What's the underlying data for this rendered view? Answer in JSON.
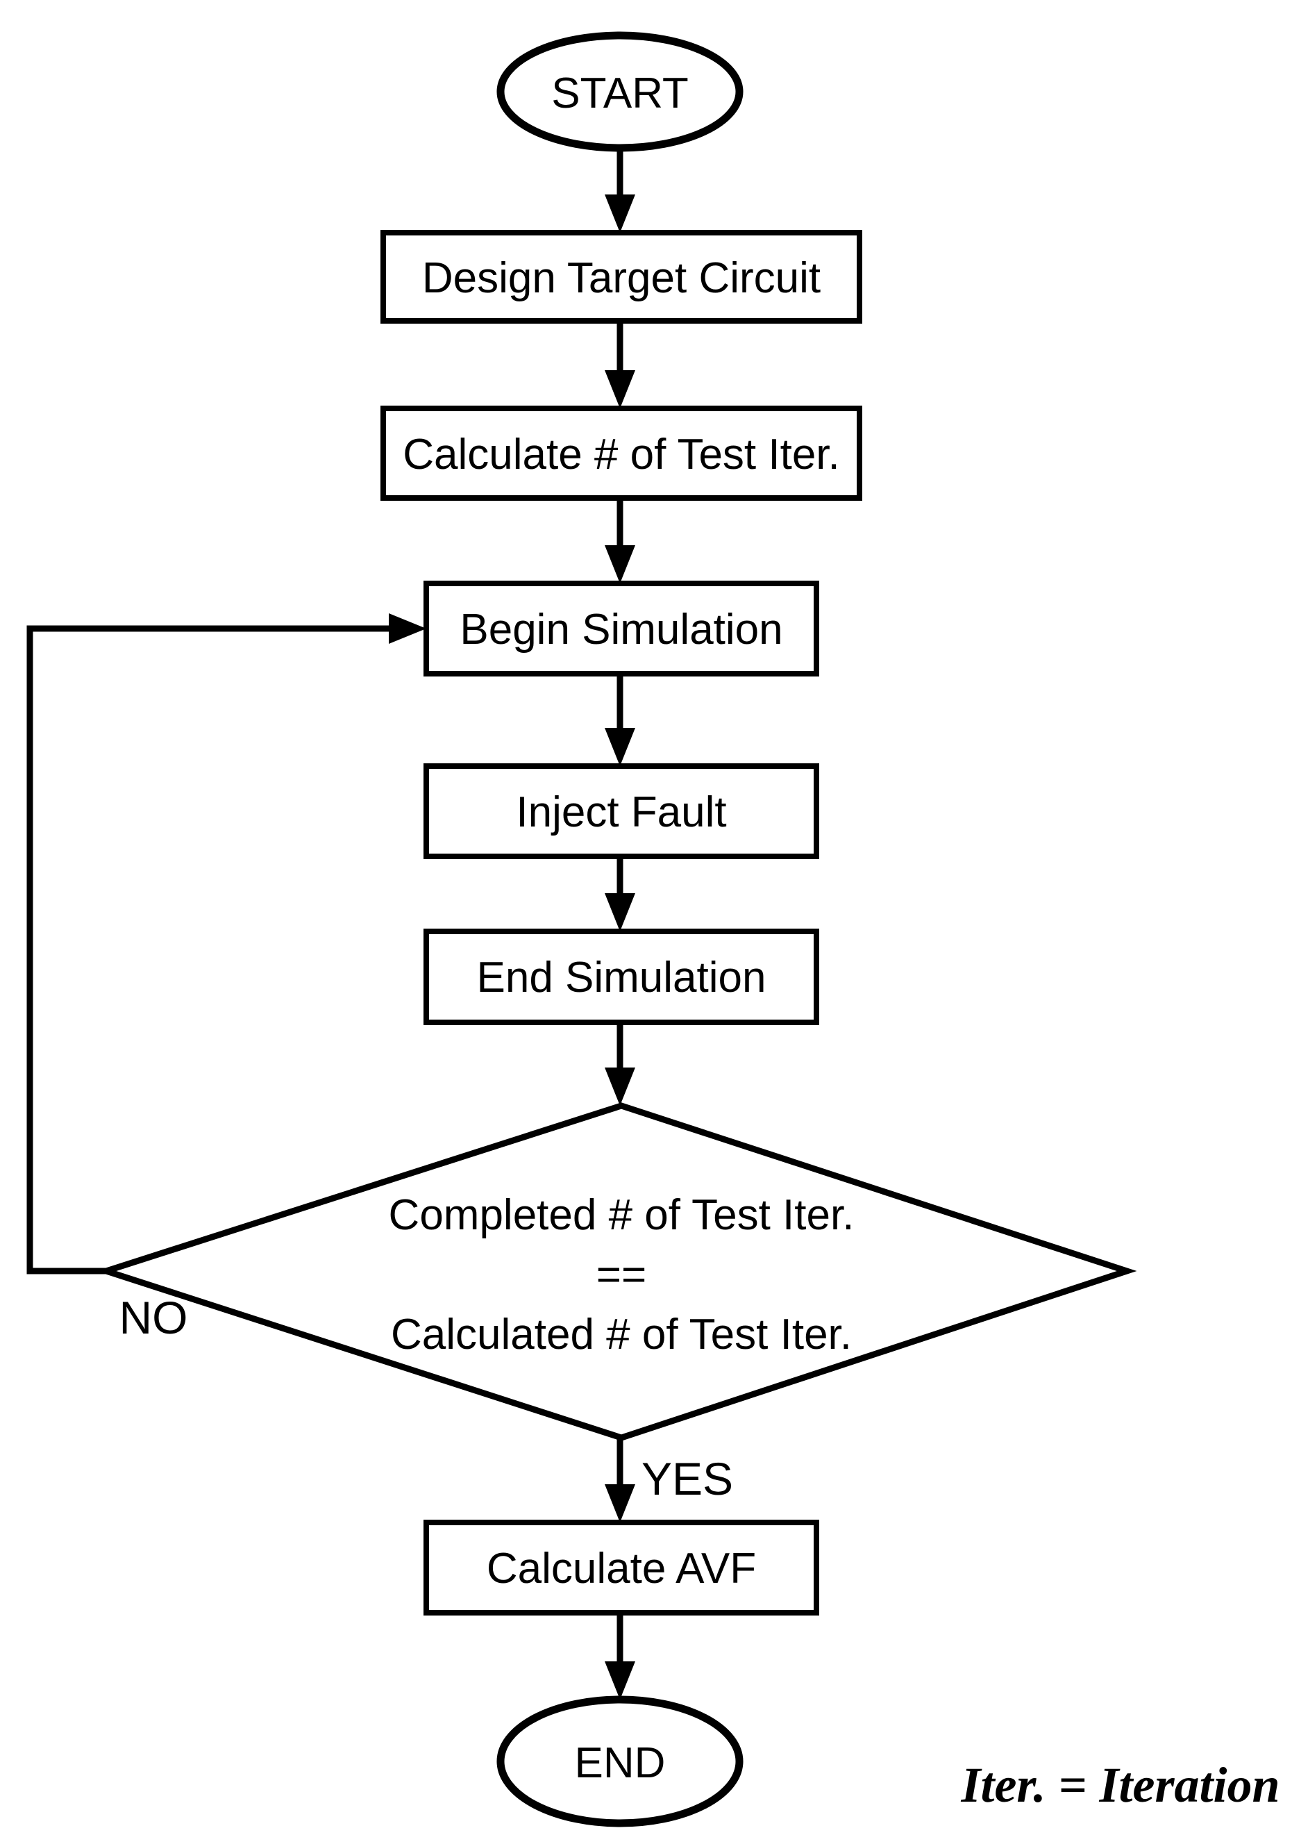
{
  "diagram": {
    "type": "flowchart",
    "background_color": "#ffffff",
    "stroke_color": "#000000",
    "text_color": "#000000",
    "nodes": [
      {
        "id": "start",
        "shape": "terminator",
        "label": "START"
      },
      {
        "id": "design-target-circuit",
        "shape": "process",
        "label": "Design Target Circuit"
      },
      {
        "id": "calculate-test-iterations",
        "shape": "process",
        "label": "Calculate # of Test Iter."
      },
      {
        "id": "begin-simulation",
        "shape": "process",
        "label": "Begin Simulation"
      },
      {
        "id": "inject-fault",
        "shape": "process",
        "label": "Inject Fault"
      },
      {
        "id": "end-simulation",
        "shape": "process",
        "label": "End Simulation"
      },
      {
        "id": "iteration-check",
        "shape": "decision",
        "lines": [
          "Completed # of Test Iter.",
          "==",
          "Calculated # of Test Iter."
        ]
      },
      {
        "id": "calculate-avf",
        "shape": "process",
        "label": "Calculate AVF"
      },
      {
        "id": "end",
        "shape": "terminator",
        "label": "END"
      }
    ],
    "edges": [
      {
        "from": "start",
        "to": "design-target-circuit",
        "label": ""
      },
      {
        "from": "design-target-circuit",
        "to": "calculate-test-iterations",
        "label": ""
      },
      {
        "from": "calculate-test-iterations",
        "to": "begin-simulation",
        "label": ""
      },
      {
        "from": "begin-simulation",
        "to": "inject-fault",
        "label": ""
      },
      {
        "from": "inject-fault",
        "to": "end-simulation",
        "label": ""
      },
      {
        "from": "end-simulation",
        "to": "iteration-check",
        "label": ""
      },
      {
        "from": "iteration-check",
        "to": "begin-simulation",
        "label": "NO"
      },
      {
        "from": "iteration-check",
        "to": "calculate-avf",
        "label": "YES"
      },
      {
        "from": "calculate-avf",
        "to": "end",
        "label": ""
      }
    ],
    "legend": {
      "text": "Iter. = Iteration"
    }
  }
}
